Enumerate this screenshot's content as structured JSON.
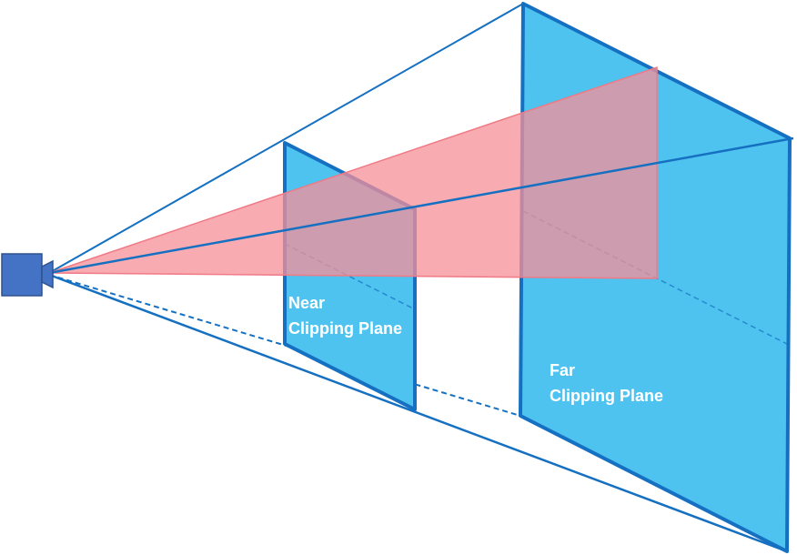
{
  "diagram": {
    "near_label": {
      "line1": "Near",
      "line2": "Clipping Plane"
    },
    "far_label": {
      "line1": "Far",
      "line2": "Clipping Plane"
    }
  },
  "colors": {
    "plane_fill": "#4fc3f0",
    "plane_edge": "#1570c1",
    "frustum_line": "#1570c1",
    "sightline_fill": "#f78f98",
    "camera_body": "#4472c4",
    "camera_edge": "#2f528f",
    "label_text": "#ffffff"
  },
  "icons": {
    "camera": "camera-icon"
  }
}
